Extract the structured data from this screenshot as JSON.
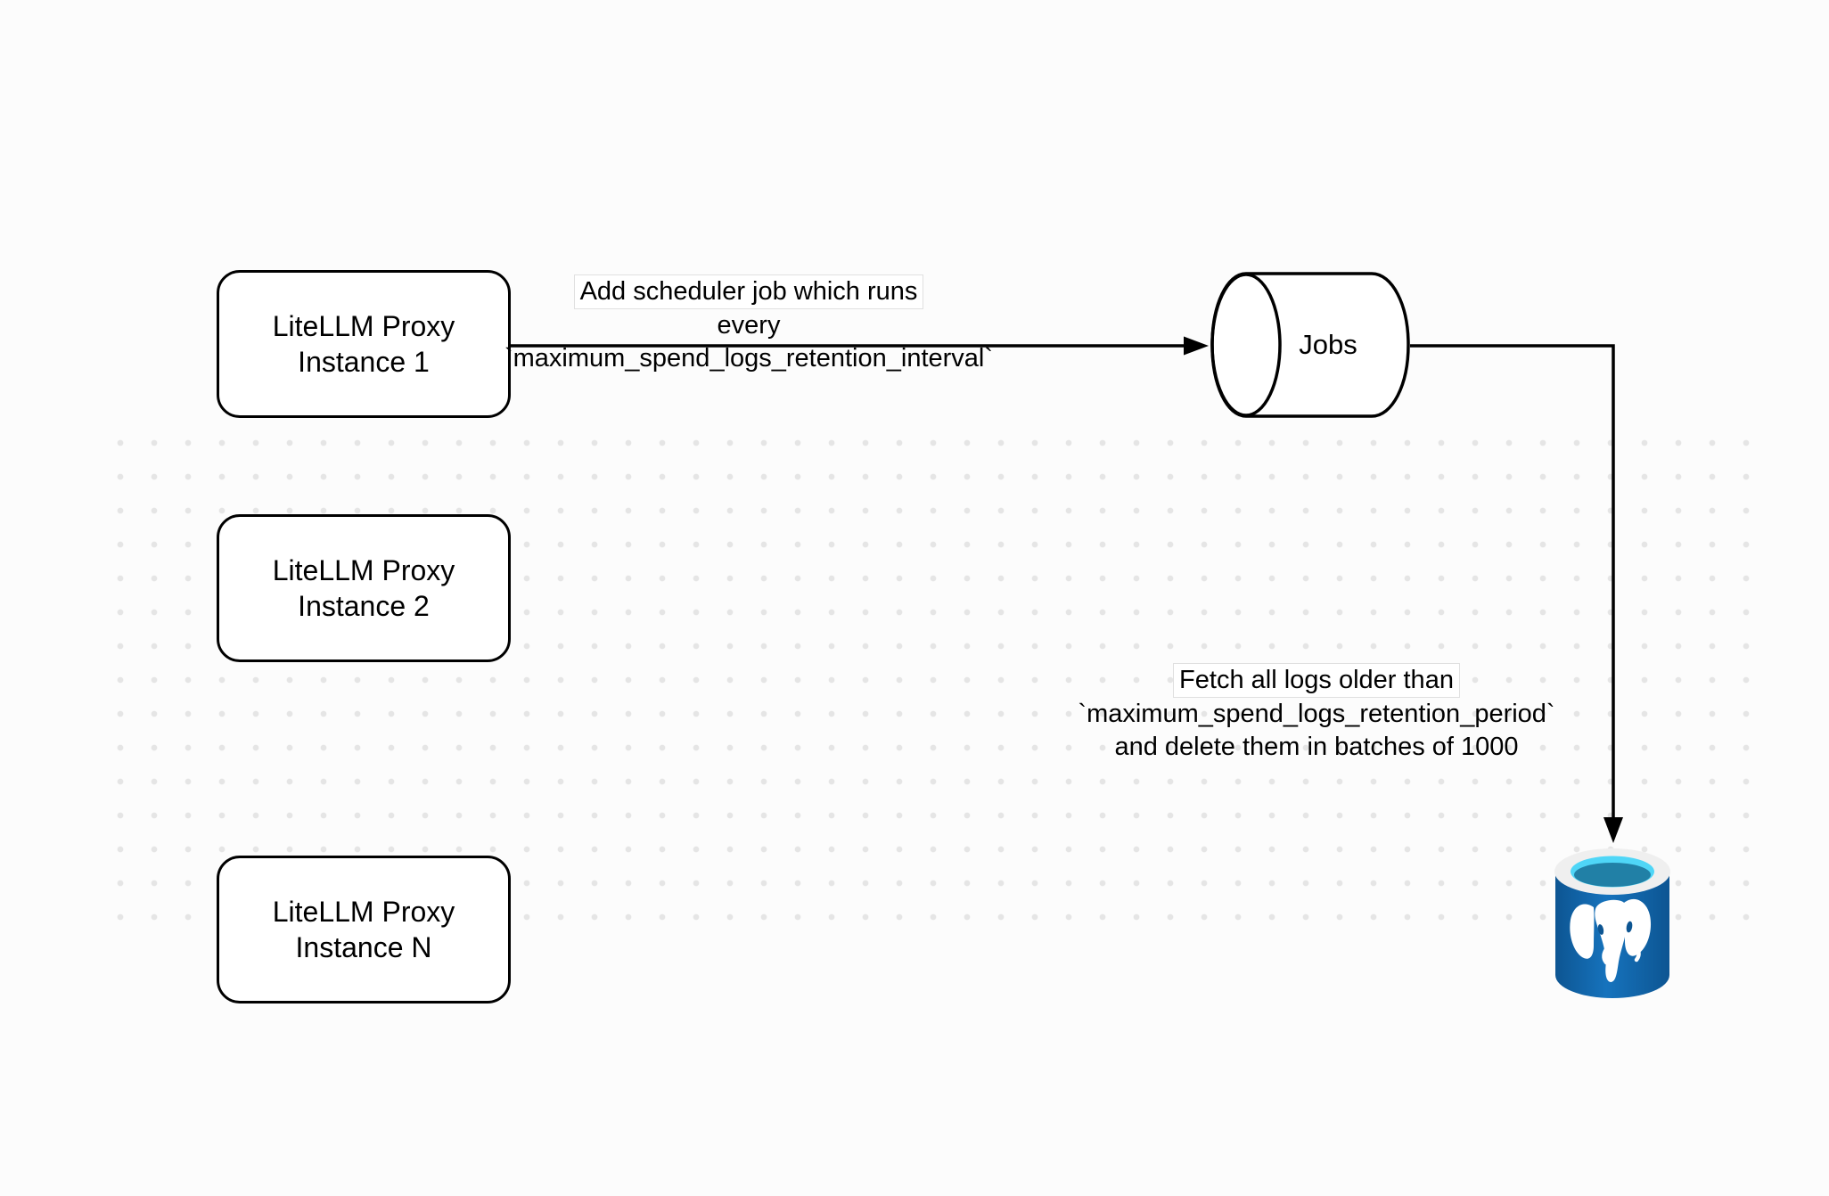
{
  "nodes": {
    "proxy_instances": [
      {
        "line1": "LiteLLM Proxy",
        "line2": "Instance 1"
      },
      {
        "line1": "LiteLLM Proxy",
        "line2": "Instance 2"
      },
      {
        "line1": "LiteLLM Proxy",
        "line2": "Instance N"
      }
    ],
    "jobs": {
      "label": "Jobs"
    },
    "database": {
      "icon": "postgresql-database-icon"
    }
  },
  "edges": {
    "scheduler_job": {
      "line1": "Add scheduler job which runs",
      "line2": "every `maximum_spend_logs_retention_interval`"
    },
    "fetch_delete": {
      "line1": "Fetch all logs older than",
      "line2": "`maximum_spend_logs_retention_period`",
      "line3": "and delete them in batches of 1000"
    }
  },
  "colors": {
    "page_bg": "#fcfcfc",
    "dot_color": "#e5e5e5",
    "stroke": "#000000",
    "node_fill": "#ffffff",
    "label_box_border": "#e0e0e0",
    "pg_body": "#1673bd",
    "pg_body_dark": "#0d5592",
    "pg_rim": "#efefef",
    "pg_cyan": "#4fd6f7",
    "pg_teal": "#2180a6"
  }
}
